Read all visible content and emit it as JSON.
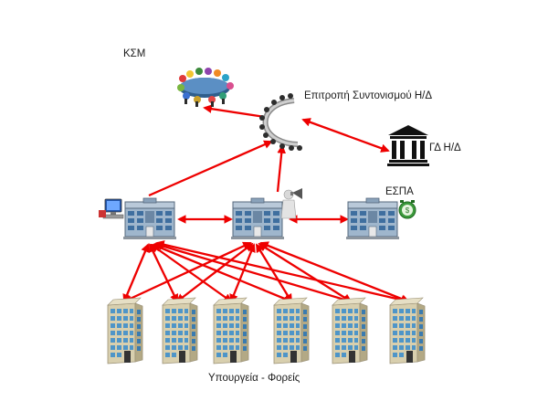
{
  "labels": {
    "ksm": "ΚΣΜ",
    "committee": "Επιτροπή Συντονισμού Η/Δ",
    "gd": "ΓΔ Η/Δ",
    "espa": "ΕΣΠΑ",
    "ministries": "Υπουργεία - Φορείς"
  },
  "colors": {
    "arrow": "#ee0000",
    "building_blue": "#4a7fb5",
    "tower_facade": "#cfc6a6",
    "tower_window": "#4e95c8"
  },
  "icons": {
    "ksm": "meeting-table-icon",
    "committee": "arc-meeting-icon",
    "gd": "institution-building-icon",
    "computer": "computer-icon",
    "megaphone": "megaphone-person-icon",
    "espa": "money-clock-icon",
    "office": "office-building-icon",
    "tower": "tower-building-icon"
  }
}
